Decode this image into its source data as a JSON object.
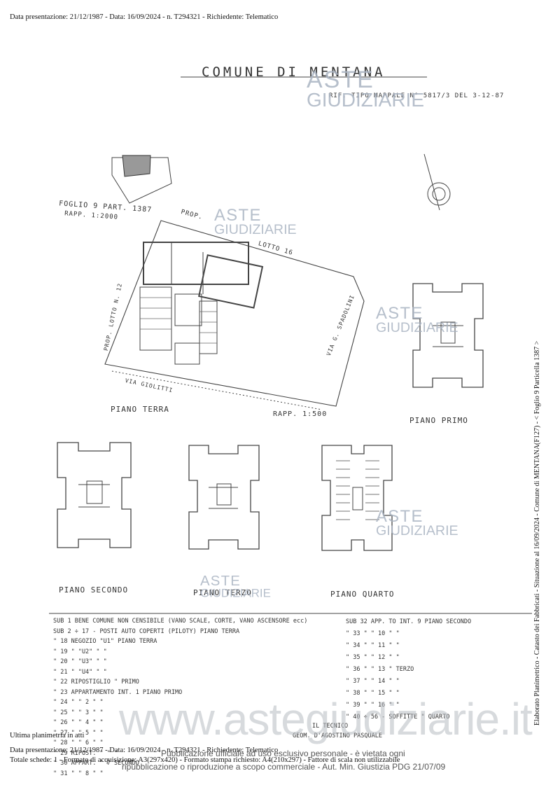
{
  "header": {
    "text": "Data presentazione: 21/12/1987 - Data: 16/09/2024 - n. T294321 - Richiedente: Telematico"
  },
  "drawing": {
    "title": "COMUNE DI MENTANA",
    "subtitle": "RIF. TIPO MAPPALE N° 5817/3 DEL 3-12-87",
    "foglio": "FOGLIO 9 PART. 1387",
    "foglio_scale": "RAPP. 1:2000",
    "lot_label": "LOTTO 16",
    "prop_label": "PROP.",
    "prop_lotto_label": "PROP. LOTTO N. 12",
    "via_giolitti": "VIA GIOLITTI",
    "via_spadolini": "VIA G. SPADOLINI",
    "scale": "RAPP. 1:500",
    "floors": {
      "terra": "PIANO TERRA",
      "primo": "PIANO PRIMO",
      "secondo": "PIANO SECONDO",
      "terzo": "PIANO TERZO",
      "quarto": "PIANO QUARTO"
    }
  },
  "watermark": {
    "aste": "ASTE",
    "giudiziarie": "GIUDIZIARIE",
    "url": "www.astegiudiziarie.it"
  },
  "side_text": "Elaborato Planimetrico - Catasto dei Fabbricati - Situazione al 16/09/2024 - Comune di MENTANA(F127) - < Foglio 9 Particella 1387 >",
  "legend": {
    "left": [
      "SUB 1  BENE COMUNE NON CENSIBILE (VANO SCALE, CORTE, VANO ASCENSORE ecc)",
      "SUB 2 ÷ 17 - POSTI AUTO COPERTI (PILOTY) PIANO TERRA",
      "\"  18  NEGOZIO \"U1\"  PIANO TERRA",
      "\"  19   \"   \"U2\"   \"    \"",
      "\"  20   \"   \"U3\"   \"    \"",
      "\"  21   \"   \"U4\"   \"    \"",
      "\"  22  RIPOSTIGLIO   \"   PRIMO",
      "\"  23  APPARTAMENTO INT. 1  PIANO PRIMO",
      "\"  24   \"    \"  2   \"    \"",
      "\"  25   \"    \"  3   \"    \"",
      "\"  26   \"    \"  4   \"    \"",
      "\"  27   \"    \"  5   \"    \"",
      "\"  28   \"    \"  6   \"    \"",
      "\"  29  RIPOST.   \"   \"    \"",
      "\"  30  APPART.   \"  7   SECONDO",
      "\"  31   \"    \"  8   \"    \""
    ],
    "right": [
      "SUB 32  APP. TO    INT. 9     PIANO    SECONDO",
      "\"  33   \"          \"  10       \"        \"",
      "\"  34   \"          \"  11       \"        \"",
      "\"  35   \"          \"  12       \"        \"",
      "\"  36   \"          \"  13       \"      TERZO",
      "\"  37   \"          \"  14       \"        \"",
      "\"  38   \"          \"  15       \"        \"",
      "\"  39   \"          \"  16       \"        \"",
      "\"  40 ÷ 56 -      SOFFITTE     \"      QUARTO"
    ],
    "tecnico": "IL TECNICO",
    "tecnico_name": "GEOM. D'AGOSTINO PASQUALE"
  },
  "footer": {
    "ultima": "Ultima planimetria in atti",
    "line1": "Data presentazione: 21/12/1987 - Data: 16/09/2024 - n. T294321 - Richiedente: Telematico",
    "line2": "Totale schede: 1 - Formato di acquisizione: A3(297x420) - Formato stampa richiesto: A4(210x297) - Fattore di scala non utilizzabile",
    "notice1": "Pubblicazione ufficiale ad uso esclusivo personale - è vietata ogni",
    "notice2": "ripubblicazione o riproduzione a scopo commerciale - Aut. Min. Giustizia PDG 21/07/09"
  }
}
